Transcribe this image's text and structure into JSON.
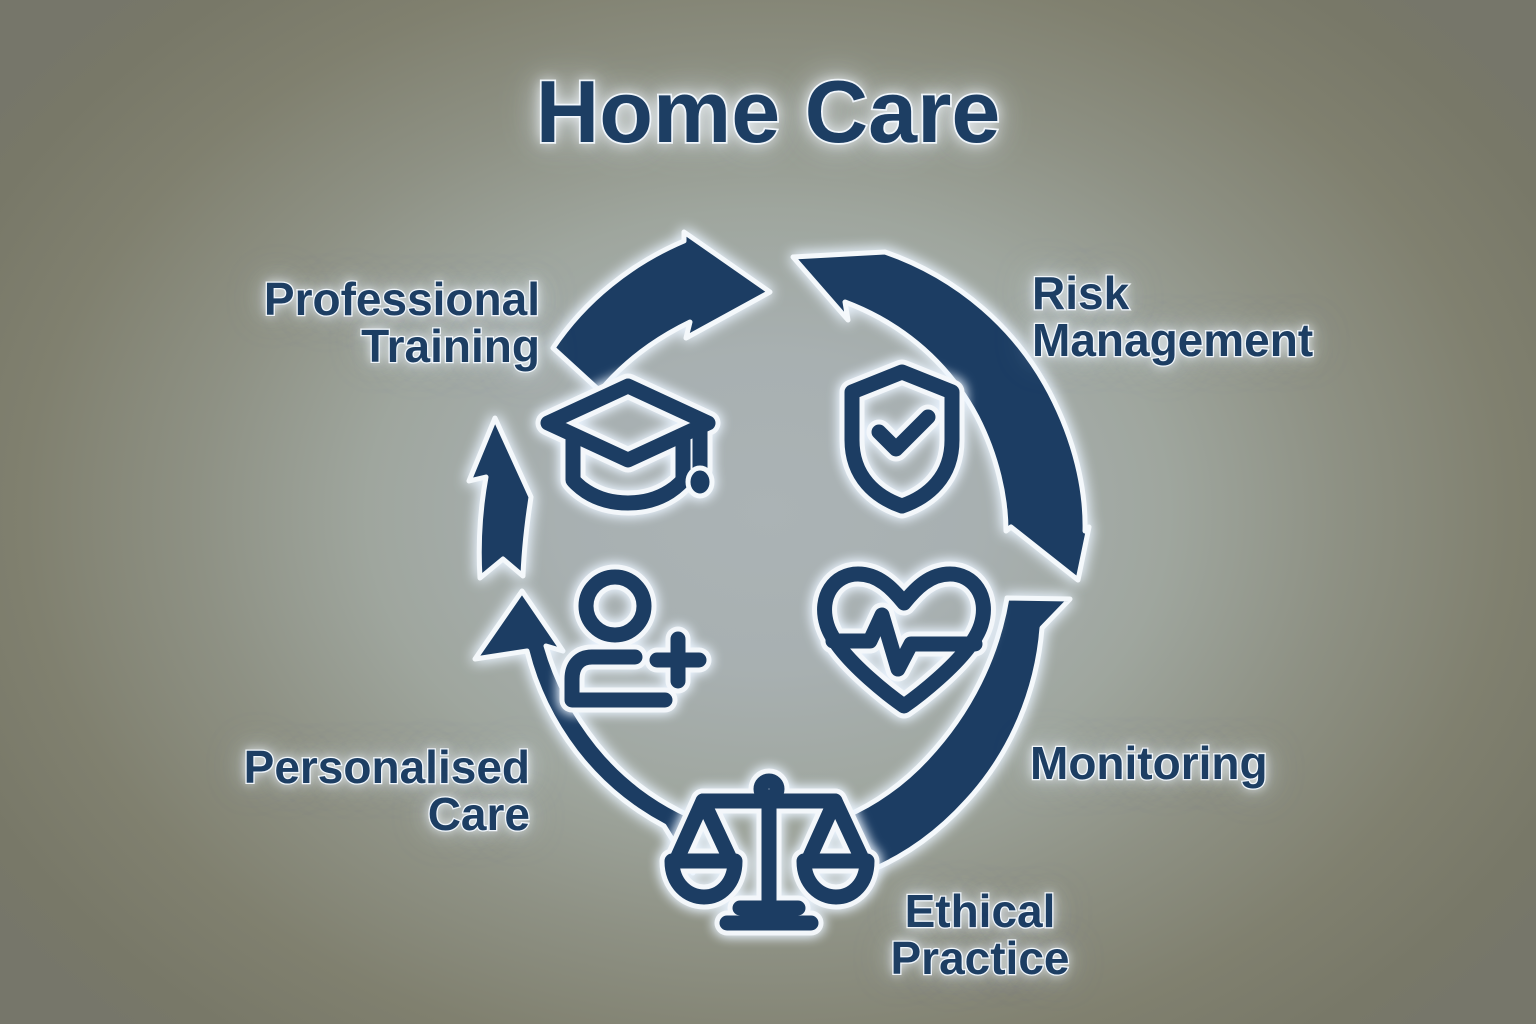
{
  "page": {
    "title": "Home Care",
    "background_center_color": "#a8b0b2",
    "background_edge_color": "#787868",
    "accent_color": "#1d3e63",
    "outline_color": "#f4f8fb"
  },
  "diagram": {
    "type": "cycle",
    "direction": "clockwise",
    "segment_count": 5,
    "nodes": [
      {
        "id": "professional-training",
        "label": "Professional\nTraining",
        "icon": "graduation-cap-icon",
        "position": "top-left"
      },
      {
        "id": "risk-management",
        "label": "Risk\nManagement",
        "icon": "shield-check-icon",
        "position": "top-right"
      },
      {
        "id": "monitoring",
        "label": "Monitoring",
        "icon": "heart-pulse-icon",
        "position": "right"
      },
      {
        "id": "ethical-practice",
        "label": "Ethical\nPractice",
        "icon": "balance-scales-icon",
        "position": "bottom"
      },
      {
        "id": "personalised-care",
        "label": "Personalised\nCare",
        "icon": "person-plus-icon",
        "position": "left"
      }
    ]
  }
}
